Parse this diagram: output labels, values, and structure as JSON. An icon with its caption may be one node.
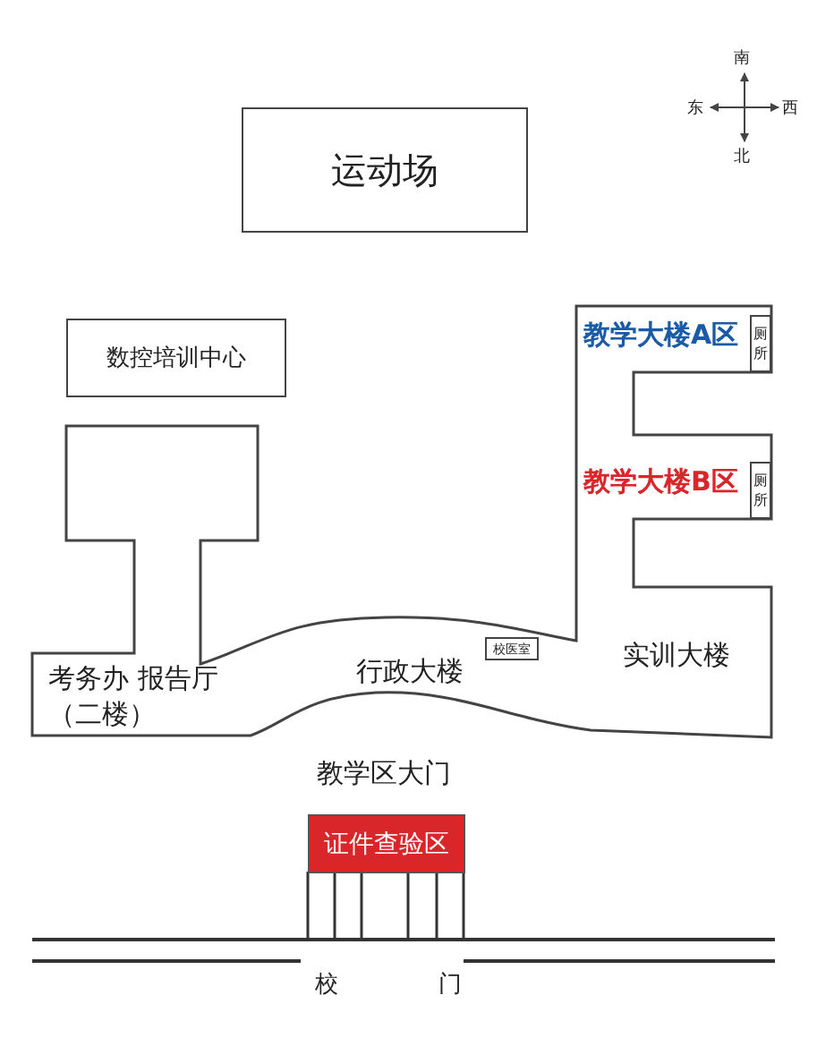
{
  "diagram": {
    "nodes": [
      {
        "text": [
          "运动场"
        ]
      },
      {
        "text": [
          "数控培训中心"
        ]
      },
      {
        "text": [
          "教学大楼A区",
          "教学大楼B区",
          "行政大楼",
          "实训大楼",
          "考务办 报告厅（二楼）"
        ]
      },
      {
        "text": [
          "厕所"
        ],
        "in": 2
      },
      {
        "text": [
          "厕所"
        ],
        "in": 2
      },
      {
        "text": [
          "校医室"
        ],
        "in": 2
      },
      {
        "text": [
          "证件查验区"
        ]
      }
    ],
    "labels": [
      "南",
      "东",
      "西",
      "北",
      "教学区大门",
      "校",
      "门"
    ]
  }
}
